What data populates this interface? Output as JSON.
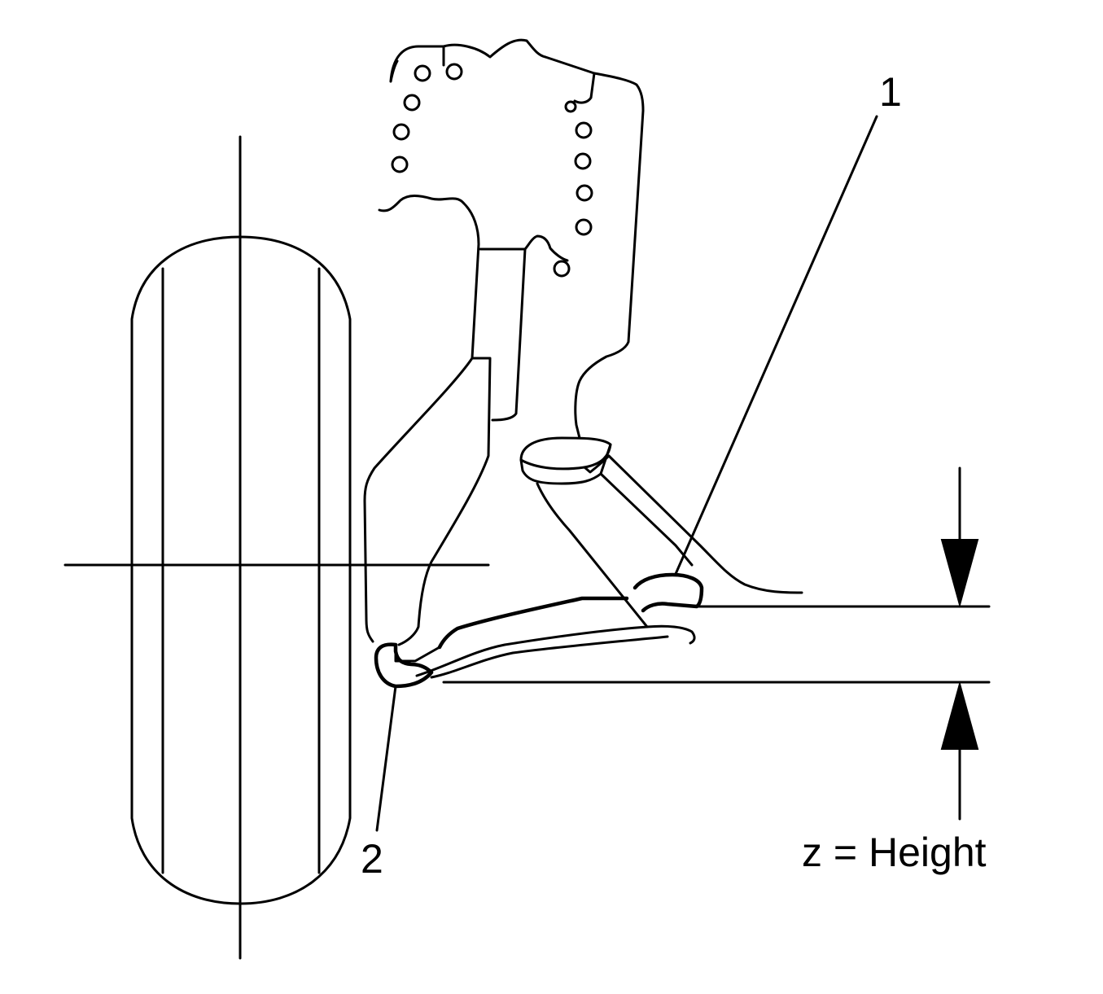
{
  "labels": {
    "callout_1": "1",
    "callout_2": "2",
    "height_label": "z = Height"
  },
  "colors": {
    "line": "#000000",
    "background": "#ffffff"
  }
}
